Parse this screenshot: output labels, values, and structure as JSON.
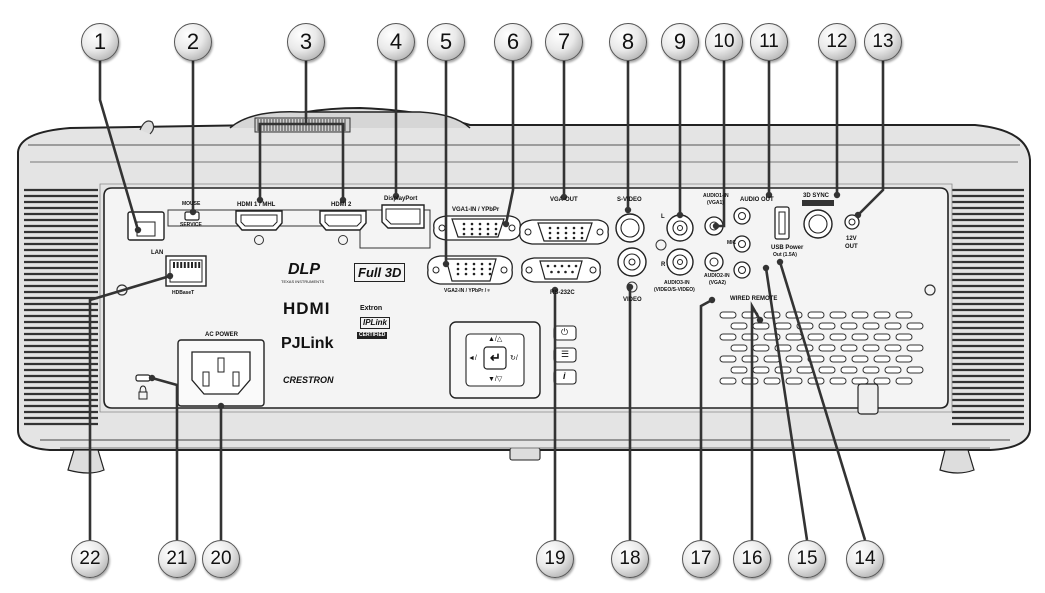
{
  "ports": {
    "mouse": "MOUSE",
    "service": "SERVICE",
    "hdmi1": "HDMI 1 / MHL",
    "hdmi2": "HDMI 2",
    "displayport": "DisplayPort",
    "vga1_in": "VGA1-IN / YPbPr",
    "vga_out": "VGA-OUT",
    "s_video": "S-VIDEO",
    "audio1_in": "AUDIO1-IN",
    "audio1_in_sub": "(VGA1)",
    "audio_out": "AUDIO OUT",
    "sync_3d": "3D SYNC",
    "out_12v_a": "12V",
    "out_12v_b": "OUT",
    "lan": "LAN",
    "hdbaset": "HDBaseT",
    "vga2_in": "VGA2-IN / YPbPr / ᵍ",
    "rs232c": "RS-232C",
    "audio3_l": "L",
    "audio3_r": "R",
    "audio3_in": "AUDIO3-IN",
    "audio3_in_sub": "(VIDEO/S-VIDEO)",
    "video": "VIDEO",
    "audio2_in": "AUDIO2-IN",
    "audio2_in_sub": "(VGA2)",
    "mic": "MIC",
    "usb_power": "USB Power",
    "usb_power_sub": "Out (1.5A)",
    "wired_remote": "WIRED REMOTE",
    "ac_power": "AC POWER"
  },
  "logos": {
    "dlp": "DLP",
    "dlp_sub": "TEXAS INSTRUMENTS",
    "full3d": "Full 3D",
    "hdmi": "HDMI",
    "extron": "Extron",
    "iplink": "IPLink",
    "certified": "CERTIFIED",
    "pjlink": "PJLink",
    "crestron": "CRESTRON"
  },
  "keypad": {
    "up": "▲/△",
    "down": "▼/▽",
    "left": "◄/",
    "right": "↻/",
    "enter": "↵",
    "power": "⏻",
    "menu": "☰",
    "info": "i"
  },
  "callouts": [
    "1",
    "2",
    "3",
    "4",
    "5",
    "6",
    "7",
    "8",
    "9",
    "10",
    "11",
    "12",
    "13",
    "14",
    "15",
    "16",
    "17",
    "18",
    "19",
    "20",
    "21",
    "22"
  ],
  "colors": {
    "body": "#e2e2e2",
    "panel": "#f3f3f3",
    "outline": "#2a2a2a",
    "badge_light": "#eeeeee",
    "badge_dark": "#9a9a9a"
  }
}
